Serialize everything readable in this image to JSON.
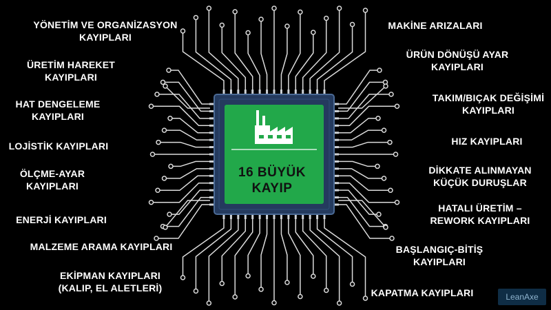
{
  "center": {
    "line1": "16 BÜYÜK",
    "line2": "KAYIP",
    "icon": "factory-icon"
  },
  "left_labels": [
    {
      "key": "yonetim",
      "lines": [
        "YÖNETİM VE ORGANİZASYON",
        "KAYIPLARI"
      ]
    },
    {
      "key": "uretim-hareket",
      "lines": [
        "ÜRETİM HAREKET",
        "KAYIPLARI"
      ]
    },
    {
      "key": "hat-dengeleme",
      "lines": [
        "HAT DENGELEME",
        "KAYIPLARI"
      ]
    },
    {
      "key": "lojistik",
      "lines": [
        "LOJİSTİK KAYIPLARI"
      ]
    },
    {
      "key": "olcme-ayar",
      "lines": [
        "ÖLÇME-AYAR",
        "KAYIPLARI"
      ]
    },
    {
      "key": "enerji",
      "lines": [
        "ENERJİ KAYIPLARI"
      ]
    },
    {
      "key": "malzeme-arama",
      "lines": [
        "MALZEME ARAMA KAYIPLARI"
      ]
    },
    {
      "key": "ekipman",
      "lines": [
        "EKİPMAN KAYIPLARI",
        "(KALIP, EL ALETLERİ)"
      ]
    }
  ],
  "right_labels": [
    {
      "key": "makine-arizalari",
      "lines": [
        "MAKİNE ARIZALARI"
      ]
    },
    {
      "key": "urun-donusu",
      "lines": [
        "ÜRÜN DÖNÜŞÜ AYAR",
        "KAYIPLARI"
      ]
    },
    {
      "key": "takim-bicak",
      "lines": [
        "TAKIM/BIÇAK DEĞİŞİMİ",
        "KAYIPLARI"
      ]
    },
    {
      "key": "hiz",
      "lines": [
        "HIZ KAYIPLARI"
      ]
    },
    {
      "key": "kucuk-duruslar",
      "lines": [
        "DİKKATE ALINMAYAN",
        "KÜÇÜK DURUŞLAR"
      ]
    },
    {
      "key": "hatali-uretim",
      "lines": [
        "HATALI ÜRETİM –",
        "REWORK KAYIPLARI"
      ]
    },
    {
      "key": "baslangic-bitis",
      "lines": [
        "BAŞLANGIÇ-BİTİŞ",
        "KAYIPLARI"
      ]
    },
    {
      "key": "kapatma",
      "lines": [
        "KAPATMA KAYIPLARI"
      ]
    }
  ],
  "watermark": "LeanAxe",
  "colors": {
    "chip_body": "#243a5e",
    "chip_green": "#22a84a",
    "trace": "#dcdcdc",
    "background": "#000000"
  }
}
